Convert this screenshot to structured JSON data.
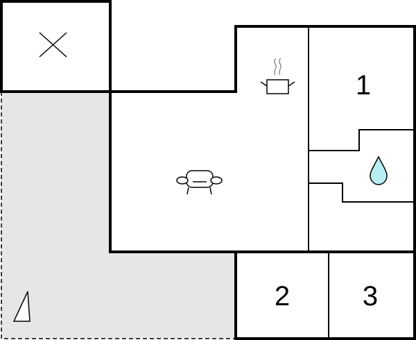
{
  "plan": {
    "rooms": [
      {
        "id": "bedroom-1",
        "label": "1"
      },
      {
        "id": "bedroom-2",
        "label": "2"
      },
      {
        "id": "bedroom-3",
        "label": "3"
      }
    ],
    "icons": {
      "void": "cross-icon",
      "kitchen": "cooking-pot-icon",
      "living": "sofa-icon",
      "bathroom": "water-drop-icon",
      "compass": "north-arrow-icon"
    },
    "colors": {
      "terrace_fill": "#e6e6e6",
      "wall": "#000000",
      "water_drop": "#b9eef3"
    }
  }
}
